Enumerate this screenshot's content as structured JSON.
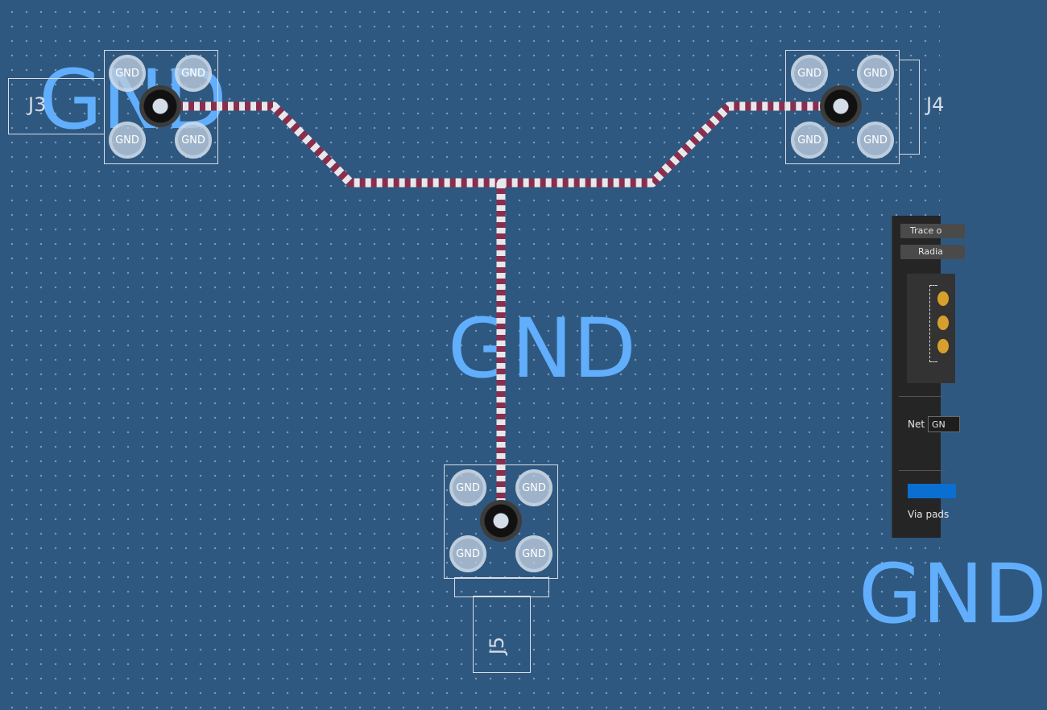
{
  "board": {
    "net_texts": [
      "GND",
      "GND",
      "GND"
    ],
    "pad_label": "GND",
    "components": [
      {
        "ref": "J3"
      },
      {
        "ref": "J4"
      },
      {
        "ref": "J5"
      }
    ],
    "colors": {
      "board": "#2f5880",
      "net_text": "#61aefc",
      "trace_a": "#8a2e4e",
      "trace_b": "#e6e8ec",
      "outline": "#d6dde6"
    }
  },
  "panel": {
    "trace_button": "Trace o",
    "radial_button": "Radia",
    "net_label": "Net",
    "net_value": "GN",
    "via_pads_label": "Via pads"
  }
}
